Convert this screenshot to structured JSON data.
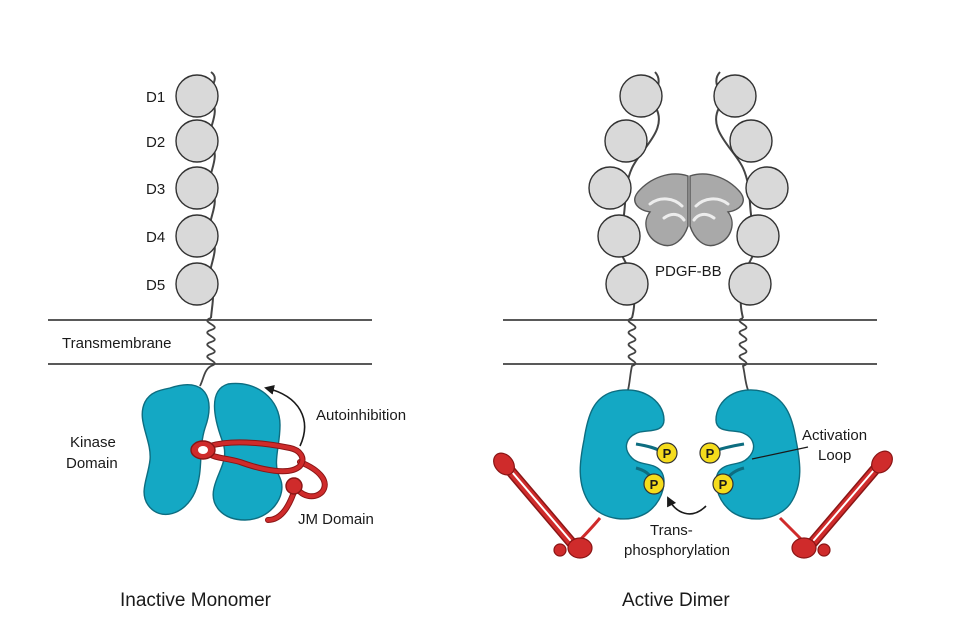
{
  "colors": {
    "kinase": "#14a8c4",
    "jm": "#cf2b2b",
    "ig_domain": "#d9d9d9",
    "outline": "#333333",
    "phospho": "#f5dc1c",
    "ligand": "#a9a9a9"
  },
  "icons": [
    "ig-domain-circle",
    "phosphate-circle",
    "curved-arrow"
  ],
  "left": {
    "domain_labels": [
      "D1",
      "D2",
      "D3",
      "D4",
      "D5"
    ],
    "membrane_label": "Transmembrane",
    "kinase_label_line1": "Kinase",
    "kinase_label_line2": "Domain",
    "autoinhibition_label": "Autoinhibition",
    "jm_label": "JM Domain",
    "caption": "Inactive Monomer"
  },
  "right": {
    "ligand_label": "PDGF-BB",
    "phospho_symbol": "P",
    "activation_label_line1": "Activation",
    "activation_label_line2": "Loop",
    "trans_label_line1": "Trans-",
    "trans_label_line2": "phosphorylation",
    "caption": "Active Dimer"
  }
}
